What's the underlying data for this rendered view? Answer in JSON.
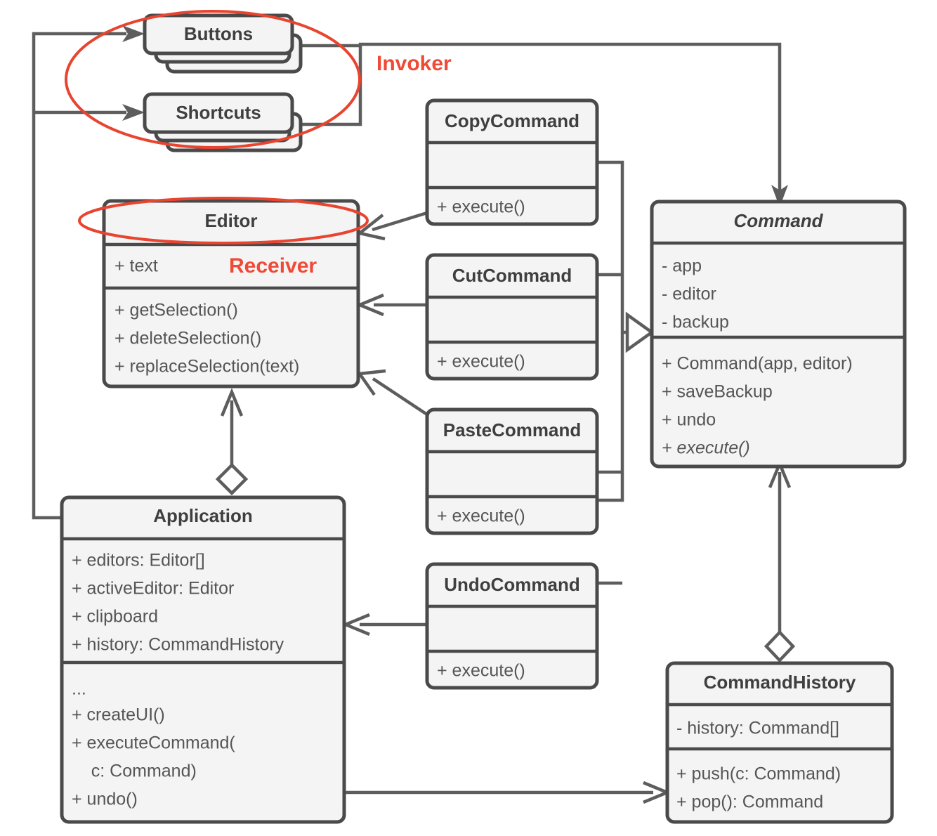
{
  "diagram": {
    "title": "Command pattern UML class diagram",
    "colors": {
      "box_fill": "#f4f4f4",
      "box_stroke": "#4a4a4a",
      "edge": "#5d5d5d",
      "annotation_red": "#ee4a36",
      "title_text": "#3f3f3f",
      "member_text": "#555555",
      "background": "#ffffff"
    },
    "annotations": [
      {
        "id": "invoker",
        "label": "Invoker",
        "color": "#ee4a36"
      },
      {
        "id": "receiver",
        "label": "Receiver",
        "color": "#ee4a36"
      }
    ],
    "classes": [
      {
        "id": "buttons",
        "name": "Buttons",
        "stereotype": "stacked",
        "attributes": [],
        "methods": []
      },
      {
        "id": "shortcuts",
        "name": "Shortcuts",
        "stereotype": "stacked",
        "attributes": [],
        "methods": []
      },
      {
        "id": "editor",
        "name": "Editor",
        "abstract": false,
        "attributes": [
          "+ text"
        ],
        "methods": [
          "+ getSelection()",
          "+ deleteSelection()",
          "+ replaceSelection(text)"
        ]
      },
      {
        "id": "application",
        "name": "Application",
        "abstract": false,
        "attributes": [
          "+ editors: Editor[]",
          "+ activeEditor: Editor",
          "+ clipboard",
          "+ history: CommandHistory"
        ],
        "methods": [
          "...",
          "+ createUI()",
          "+ executeCommand(",
          "    c: Command)",
          "+ undo()"
        ]
      },
      {
        "id": "copycommand",
        "name": "CopyCommand",
        "abstract": false,
        "attributes": [],
        "methods": [
          "+ execute()"
        ]
      },
      {
        "id": "cutcommand",
        "name": "CutCommand",
        "abstract": false,
        "attributes": [],
        "methods": [
          "+ execute()"
        ]
      },
      {
        "id": "pastecommand",
        "name": "PasteCommand",
        "abstract": false,
        "attributes": [],
        "methods": [
          "+ execute()"
        ]
      },
      {
        "id": "undocommand",
        "name": "UndoCommand",
        "abstract": false,
        "attributes": [],
        "methods": [
          "+ execute()"
        ]
      },
      {
        "id": "command",
        "name": "Command",
        "abstract": true,
        "attributes": [
          "- app",
          "- editor",
          "- backup"
        ],
        "methods": [
          "+ Command(app, editor)",
          "+ saveBackup",
          "+ undo",
          "+ execute()"
        ],
        "italic_methods": [
          "+ execute()"
        ]
      },
      {
        "id": "commandhistory",
        "name": "CommandHistory",
        "abstract": false,
        "attributes": [
          "- history: Command[]"
        ],
        "methods": [
          "+ push(c: Command)",
          "+ pop(): Command"
        ]
      }
    ],
    "relations": [
      {
        "from": "application",
        "to": "buttons",
        "type": "association-open-arrow"
      },
      {
        "from": "application",
        "to": "shortcuts",
        "type": "association-open-arrow"
      },
      {
        "from": "buttons",
        "to": "command",
        "type": "association-open-arrow"
      },
      {
        "from": "shortcuts",
        "to": "command",
        "type": "association-open-arrow"
      },
      {
        "from": "copycommand",
        "to": "editor",
        "type": "association-open-arrow"
      },
      {
        "from": "cutcommand",
        "to": "editor",
        "type": "association-open-arrow"
      },
      {
        "from": "pastecommand",
        "to": "editor",
        "type": "association-open-arrow"
      },
      {
        "from": "undocommand",
        "to": "application",
        "type": "association-open-arrow"
      },
      {
        "from": "copycommand",
        "to": "command",
        "type": "inheritance"
      },
      {
        "from": "cutcommand",
        "to": "command",
        "type": "inheritance"
      },
      {
        "from": "pastecommand",
        "to": "command",
        "type": "inheritance"
      },
      {
        "from": "undocommand",
        "to": "command",
        "type": "inheritance"
      },
      {
        "from": "application",
        "to": "editor",
        "type": "aggregation"
      },
      {
        "from": "commandhistory",
        "to": "command",
        "type": "aggregation"
      },
      {
        "from": "application",
        "to": "commandhistory",
        "type": "association-open-arrow"
      }
    ]
  }
}
